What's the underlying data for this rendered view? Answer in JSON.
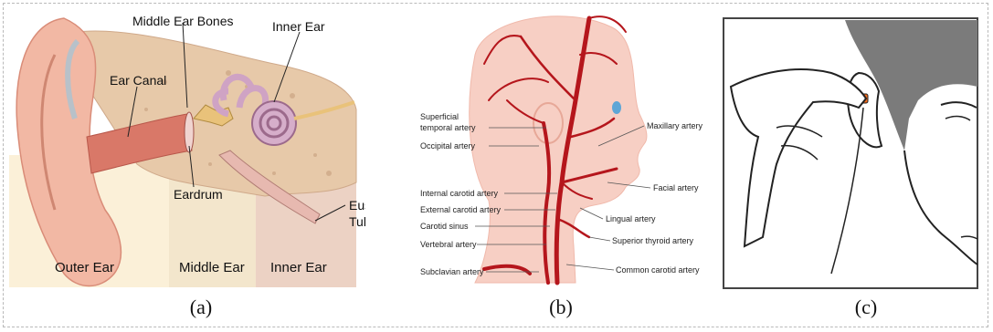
{
  "panel_a": {
    "labels": {
      "middle_ear_bones": "Middle Ear Bones",
      "inner_ear_top": "Inner Ear",
      "ear_canal": "Ear Canal",
      "eardrum": "Eardrum",
      "eustachian_1": "Eustachian",
      "eustachian_2": "Tube",
      "outer_ear": "Outer Ear",
      "middle_ear": "Middle Ear",
      "inner_ear_bottom": "Inner Ear"
    },
    "caption": "(a)"
  },
  "panel_b": {
    "labels": {
      "superficial_1": "Superficial",
      "superficial_2": "temporal artery",
      "occipital": "Occipital artery",
      "internal_carotid": "Internal carotid artery",
      "external_carotid": "External carotid artery",
      "carotid_sinus": "Carotid sinus",
      "vertebral": "Vertebral artery",
      "subclavian": "Subclavian artery",
      "maxillary": "Maxillary artery",
      "facial": "Facial artery",
      "lingual": "Lingual artery",
      "superior_thyroid": "Superior thyroid artery",
      "common_carotid": "Common carotid artery"
    },
    "caption": "(b)"
  },
  "panel_c": {
    "caption": "(c)"
  },
  "colors": {
    "skin": "#f7cfc4",
    "artery": "#b5161c",
    "ear_bone": "#e9c27a",
    "inner_ear": "#cfa3c4"
  }
}
